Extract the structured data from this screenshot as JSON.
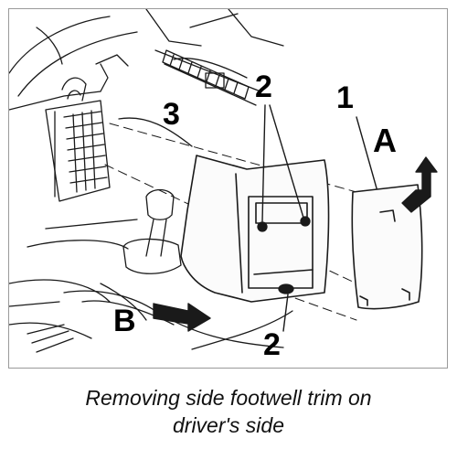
{
  "figure": {
    "callouts": {
      "one": "1",
      "two_top": "2",
      "two_bottom": "2",
      "three": "3",
      "a": "A",
      "b": "B"
    }
  },
  "caption": {
    "line1": "Removing side footwell trim on",
    "line2": "driver's side"
  }
}
